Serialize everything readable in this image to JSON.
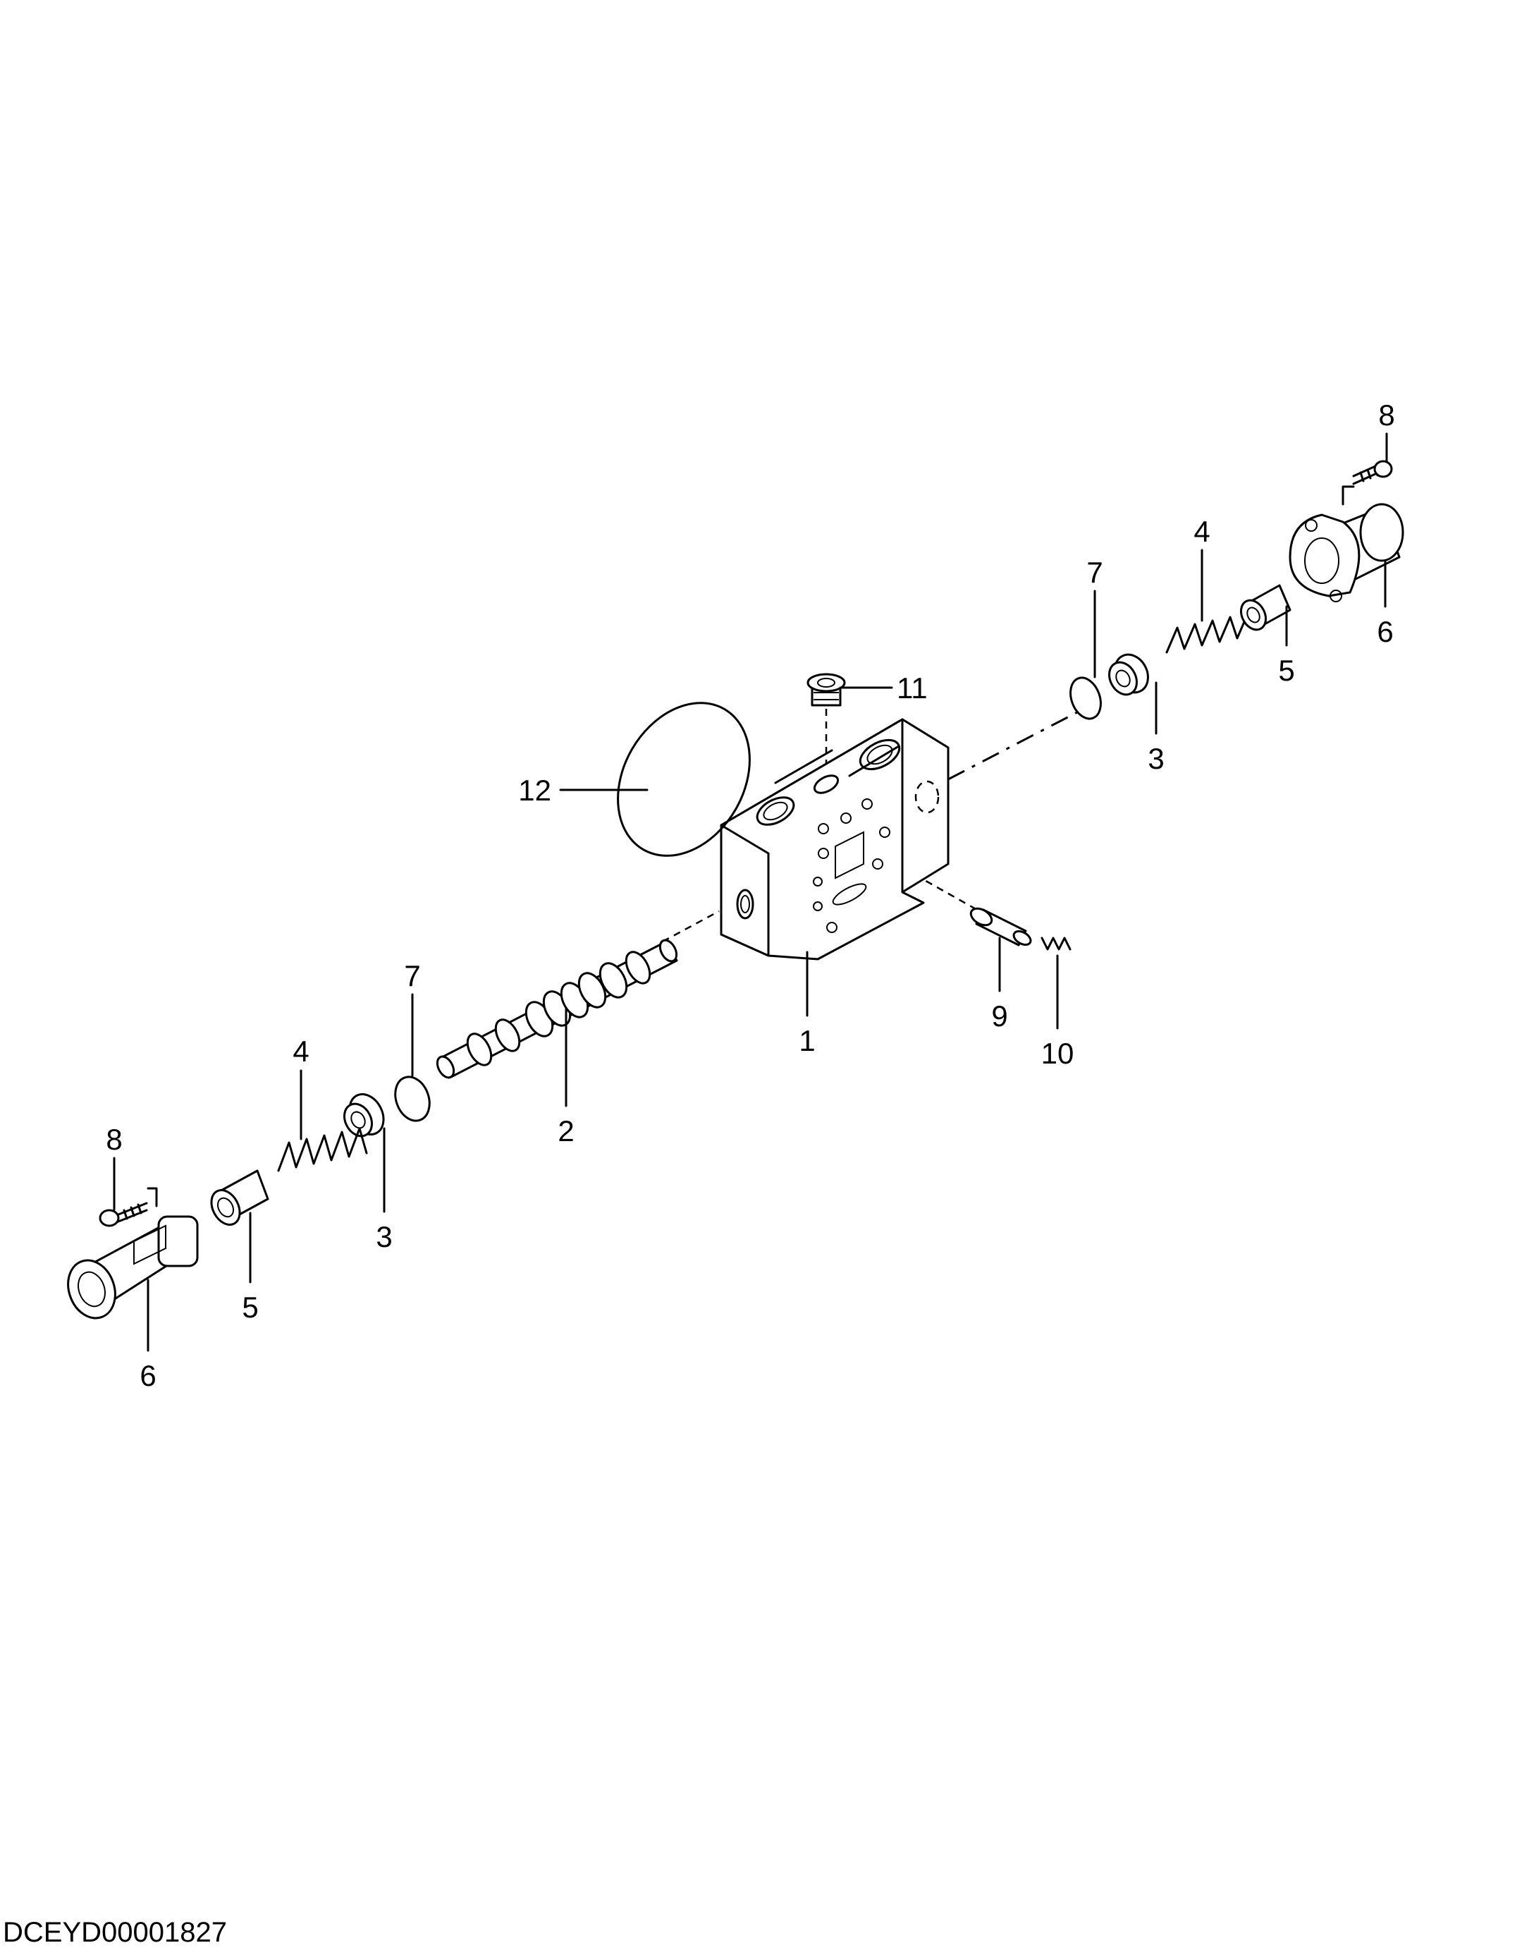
{
  "document": {
    "code": "DCEYD00001827"
  },
  "callouts": [
    {
      "id": "c1",
      "label": "1"
    },
    {
      "id": "c2",
      "label": "2"
    },
    {
      "id": "c3a",
      "label": "3"
    },
    {
      "id": "c3b",
      "label": "3"
    },
    {
      "id": "c4a",
      "label": "4"
    },
    {
      "id": "c4b",
      "label": "4"
    },
    {
      "id": "c5a",
      "label": "5"
    },
    {
      "id": "c5b",
      "label": "5"
    },
    {
      "id": "c6a",
      "label": "6"
    },
    {
      "id": "c6b",
      "label": "6"
    },
    {
      "id": "c7a",
      "label": "7"
    },
    {
      "id": "c7b",
      "label": "7"
    },
    {
      "id": "c8a",
      "label": "8"
    },
    {
      "id": "c8b",
      "label": "8"
    },
    {
      "id": "c9",
      "label": "9"
    },
    {
      "id": "c10",
      "label": "10"
    },
    {
      "id": "c11",
      "label": "11"
    },
    {
      "id": "c12",
      "label": "12"
    }
  ]
}
